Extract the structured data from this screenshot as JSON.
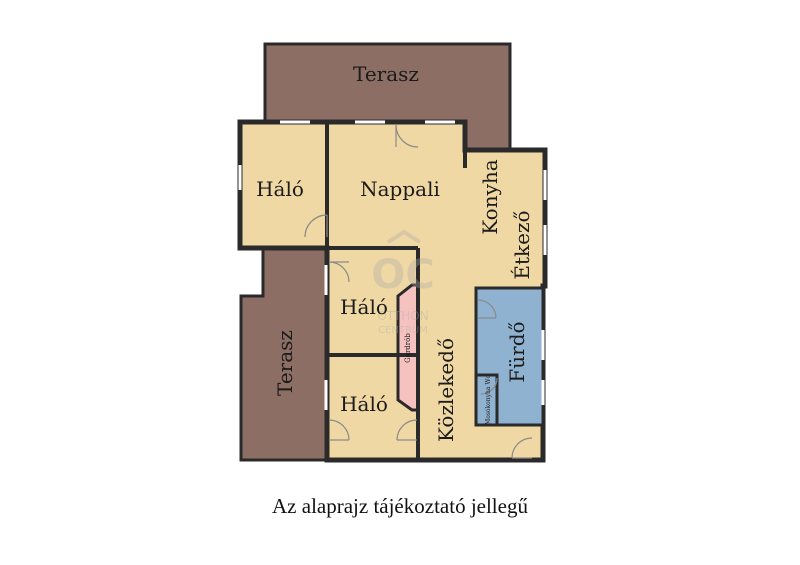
{
  "floorplan": {
    "rooms": {
      "terasz_top": "Terasz",
      "terasz_left": "Terasz",
      "halo_top": "Háló",
      "nappali": "Nappali",
      "konyha": "Konyha",
      "etkezo": "Étkező",
      "halo_mid": "Háló",
      "halo_bottom": "Háló",
      "gardrob": "Gardrób",
      "kozlekedo": "Közlekedő",
      "furdo": "Fürdő",
      "mosokonyha_wc": "Mosókonyha Wc"
    },
    "watermark": {
      "mark": "OC",
      "line1": "OTTHON",
      "line2": "CENTRUM"
    },
    "colors": {
      "terrace": "#8c6e64",
      "room": "#f0d8a4",
      "bath": "#8fb2d0",
      "gardrob": "#f6c2c0",
      "wall": "#2a2a2a"
    }
  },
  "caption": "Az alaprajz tájékoztató jellegű"
}
